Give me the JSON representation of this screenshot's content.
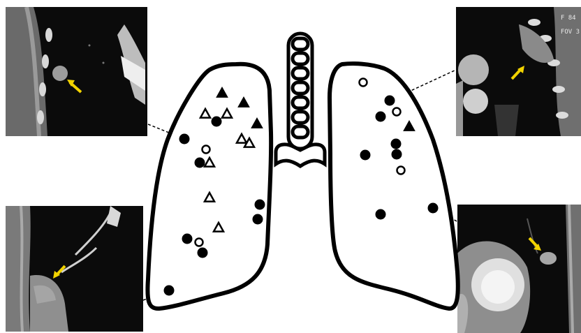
{
  "panels": {
    "top_right_overlay": {
      "line1": "F 84",
      "line2": "FOV 3"
    }
  },
  "colors": {
    "outline": "#000000",
    "arrow": "#f2d300",
    "leader": "#000000",
    "ct_background": "#0d0d0d",
    "soft_tissue": "#8a8a8a",
    "bone": "#e6e6e6"
  },
  "legend_symbols": [
    "filled-circle",
    "open-circle",
    "filled-triangle",
    "open-triangle"
  ]
}
